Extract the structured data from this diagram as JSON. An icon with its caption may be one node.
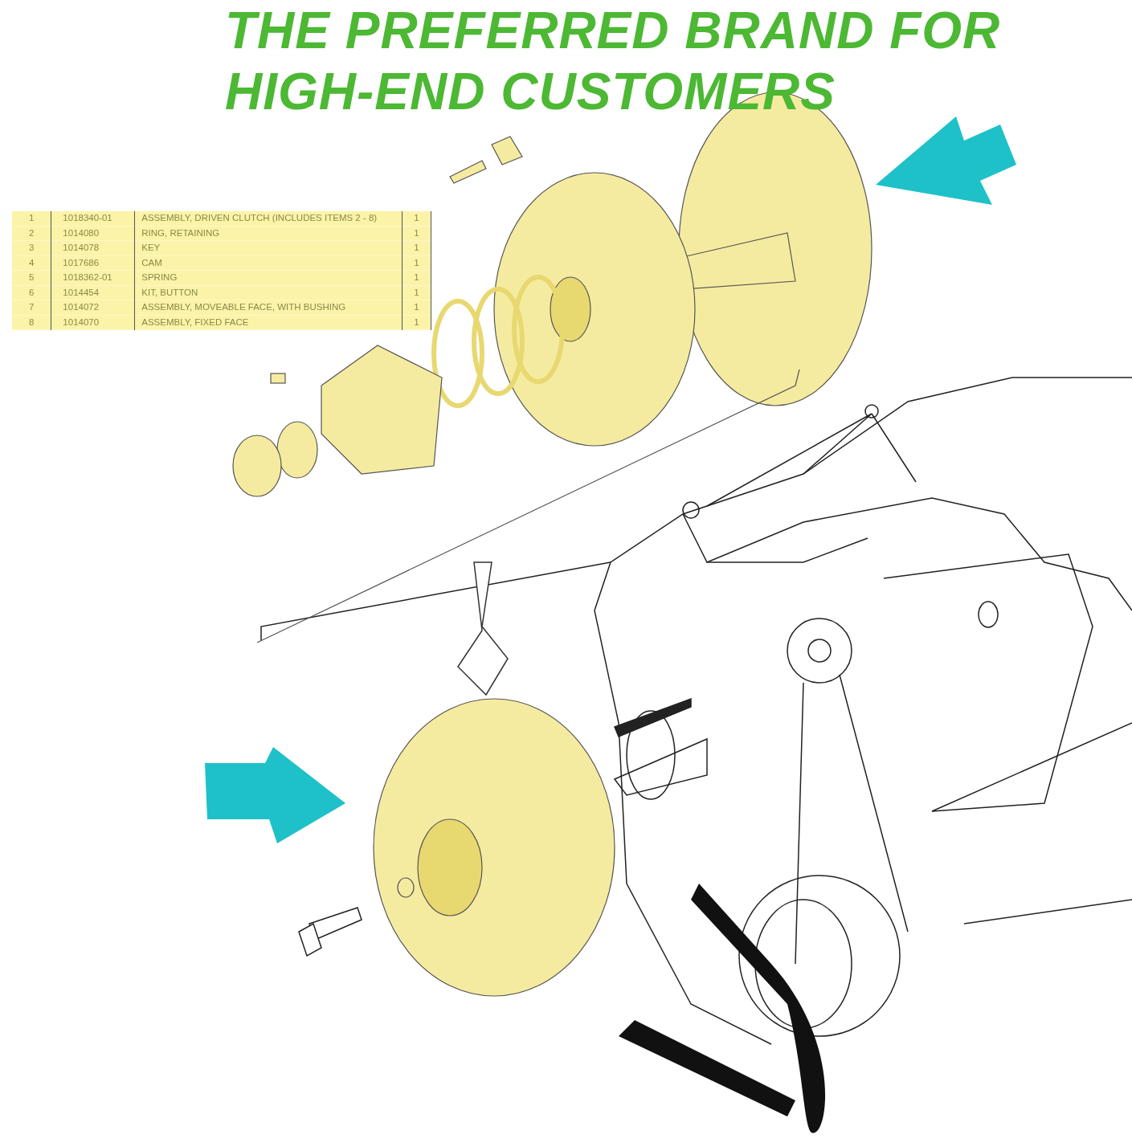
{
  "diagram": {
    "title": "THE PREFERRED BRAND FOR HIGH-END CUSTOMERS",
    "labels": [
      "1",
      "1018340-01",
      "ASSEMBLY, DRIVEN CLUTCH (INCLUDES ITEMS 2 - 8)",
      "1",
      "2",
      "1014080",
      "RING, RETAINING",
      "1",
      "3",
      "1014078",
      "KEY",
      "1",
      "4",
      "1017686",
      "CAM",
      "1",
      "5",
      "1018362-01",
      "SPRING",
      "1",
      "6",
      "1014454",
      "KIT, BUTTON",
      "1",
      "7",
      "1014072",
      "ASSEMBLY, MOVEABLE FACE, WITH BUSHING",
      "1",
      "8",
      "1014070",
      "ASSEMBLY, FIXED FACE",
      "1"
    ]
  }
}
